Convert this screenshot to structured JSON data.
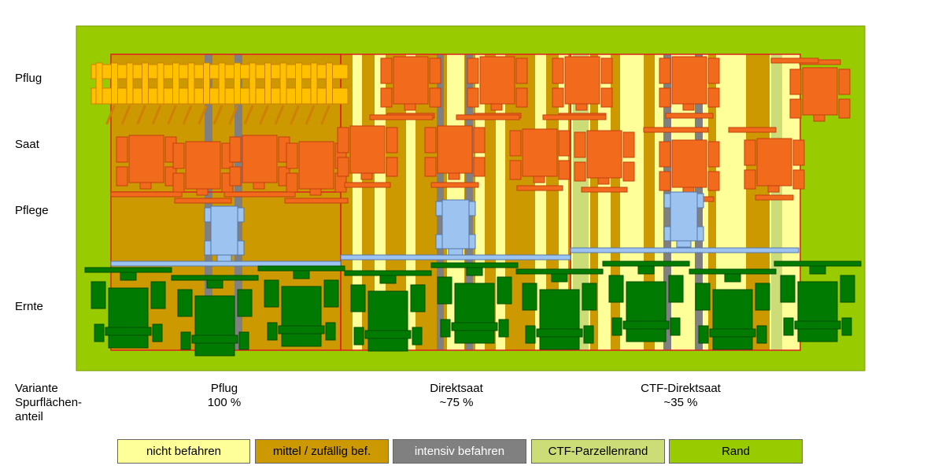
{
  "row_labels": {
    "pflug": "Pflug",
    "saat": "Saat",
    "pflege": "Pflege",
    "ernte": "Ernte"
  },
  "variante": {
    "label": "Variante",
    "anteil_label_line1": "Spurflächen-",
    "anteil_label_line2": "anteil",
    "pflug_name": "Pflug",
    "pflug_value": "100 %",
    "direkt_name": "Direktsaat",
    "direkt_value": "~75 %",
    "ctf_name": "CTF-Direktsaat",
    "ctf_value": "~35 %"
  },
  "legend": {
    "nicht": "nicht befahren",
    "mittel": "mittel / zufällig bef.",
    "intensiv": "intensiv befahren",
    "ctf_rand": "CTF-Parzellenrand",
    "rand": "Rand"
  },
  "colors": {
    "rand": "#99cc00",
    "nicht": "#ffff99",
    "mittel": "#cc9900",
    "intensiv": "#808080",
    "ctf_rand": "#ccdd77",
    "plough": "#ffc000",
    "orange": "#f26b1d",
    "blue": "#9dc3f0",
    "green": "#007a00",
    "red": "#e02020"
  }
}
